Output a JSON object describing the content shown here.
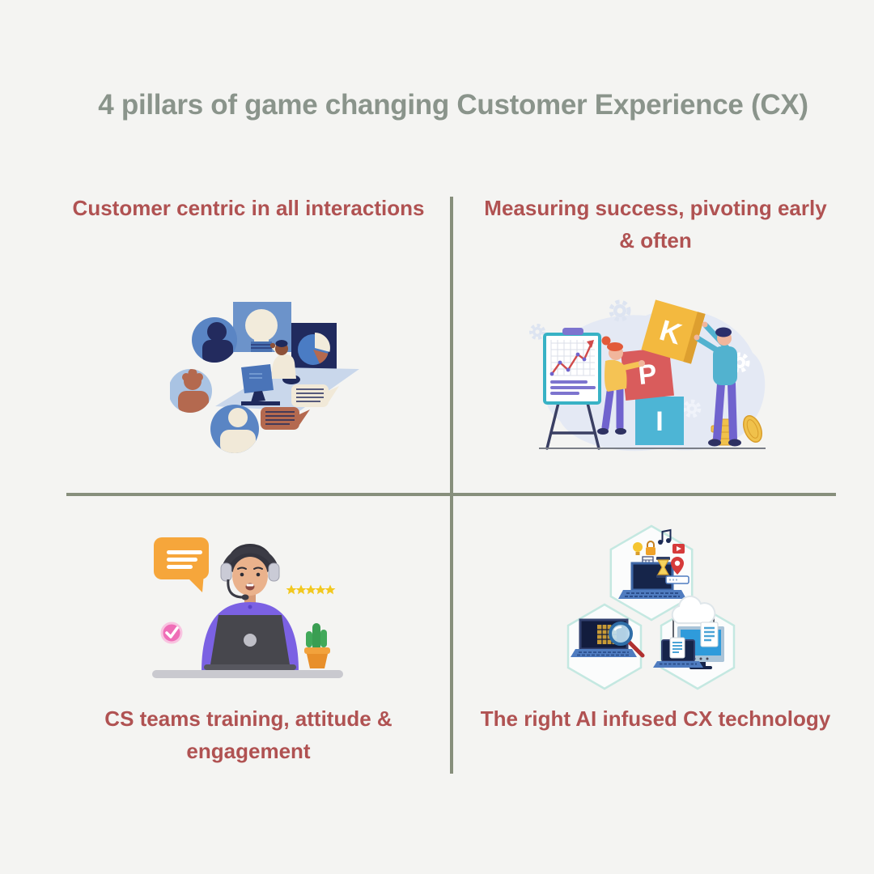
{
  "title": "4 pillars of game changing Customer Experience (CX)",
  "colors": {
    "background": "#f4f4f2",
    "title_text": "#8a948b",
    "pillar_text": "#b05252",
    "divider": "#878f7c"
  },
  "pillars": [
    {
      "label": "Customer centric in all interactions"
    },
    {
      "label": "Measuring success, pivoting early & often"
    },
    {
      "label": "CS teams training, attitude & engagement"
    },
    {
      "label": "The right AI infused CX technology"
    }
  ],
  "illustrations": {
    "kpi_letters": [
      "K",
      "P",
      "I"
    ],
    "customer_centric_elements": [
      "user-avatar-icon",
      "lightbulb-icon",
      "pie-chart-icon",
      "laptop-icon",
      "speech-bubble-icon"
    ],
    "measuring_success_elements": [
      "flipchart-icon",
      "trend-line-icon",
      "gear-icon",
      "kpi-blocks",
      "coin-stack-icon"
    ],
    "cs_teams_elements": [
      "chat-bubble-icon",
      "headset-agent",
      "checkmark-icon",
      "five-stars",
      "laptop-icon",
      "cactus-icon"
    ],
    "ai_technology_elements": [
      "hexagon-icon",
      "laptop-icon",
      "magnifier-icon",
      "cloud-icon",
      "lightbulb-icon",
      "padlock-icon",
      "music-note-icon",
      "video-player-icon",
      "hourglass-icon",
      "location-pin-icon"
    ]
  }
}
